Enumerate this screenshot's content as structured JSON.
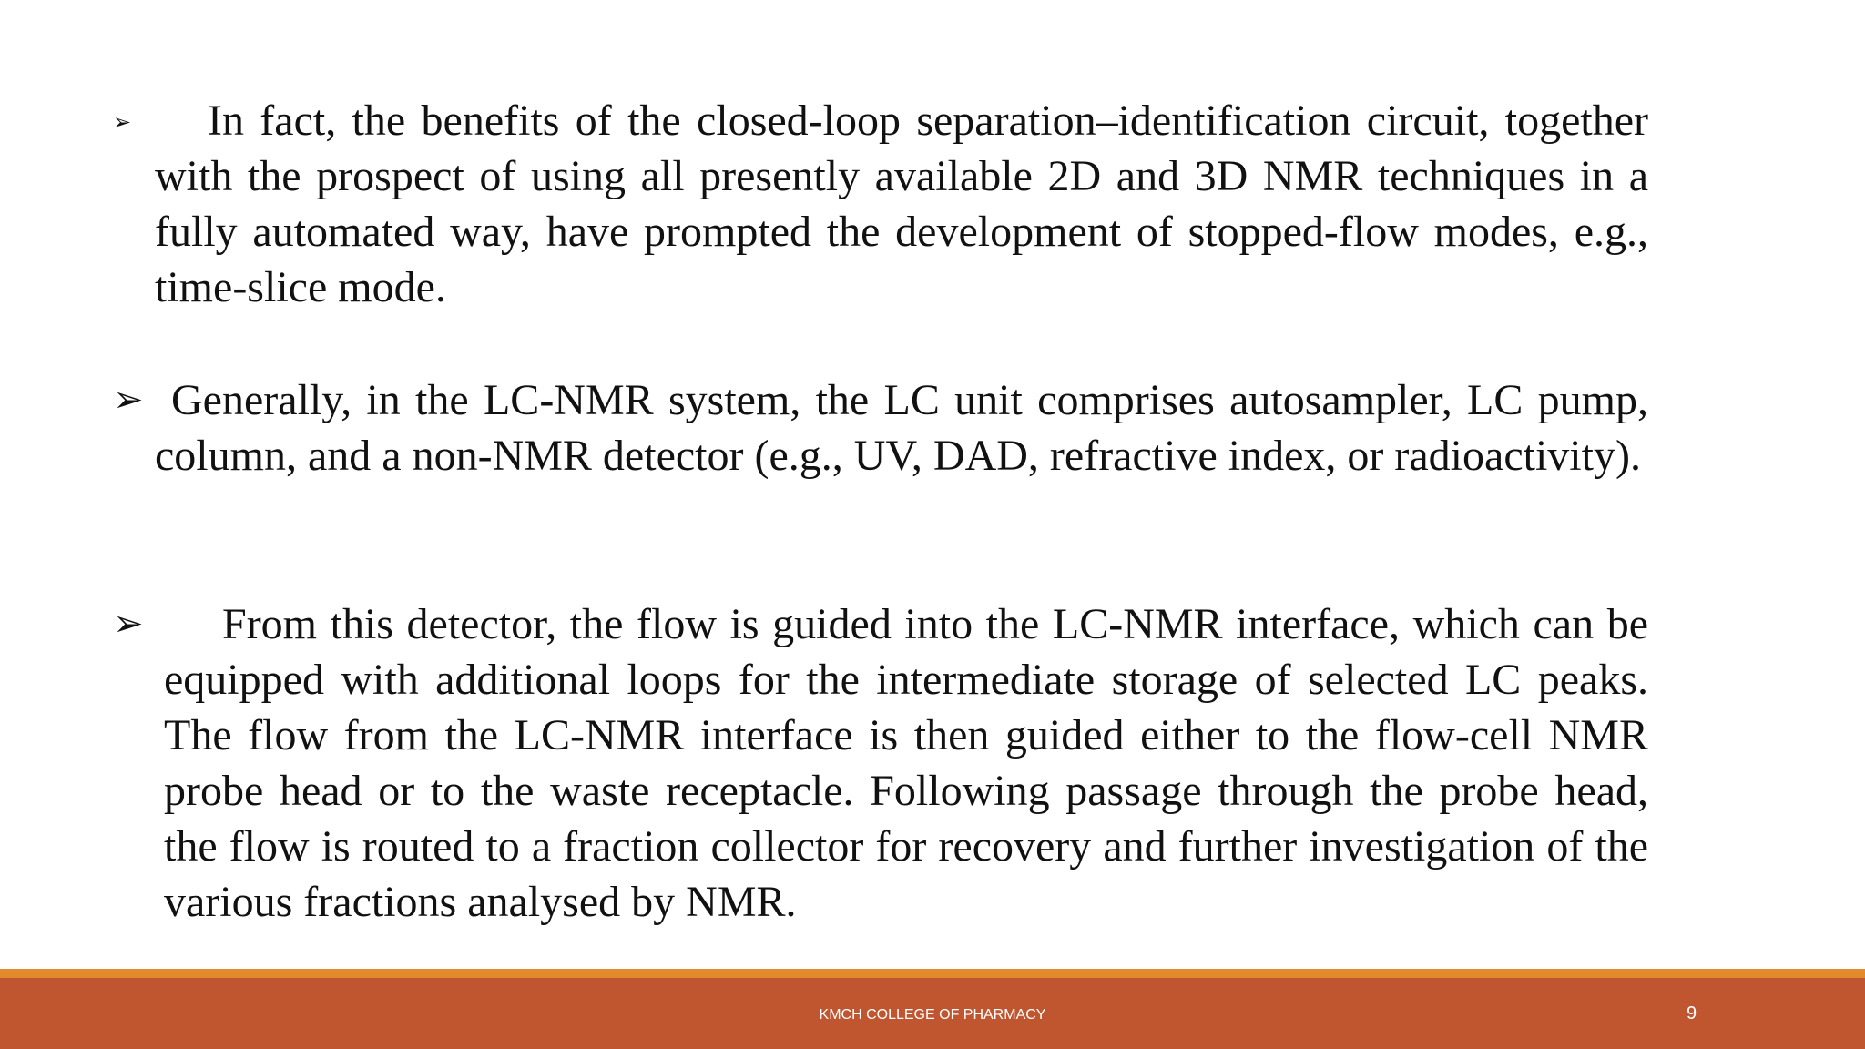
{
  "bullets": [
    {
      "icon": "arrowhead-bullet-icon",
      "text": "In fact, the benefits of the closed-loop separation–identification circuit, together with the prospect of using all presently available 2D and 3D NMR techniques in a fully automated way, have prompted the development of stopped-flow modes, e.g., time-slice mode."
    },
    {
      "icon": "arrowhead-bullet-icon",
      "text": "Generally, in the LC-NMR system, the LC unit comprises autosampler, LC pump, column, and a non-NMR detector (e.g., UV, DAD, refractive index, or radioactivity)."
    },
    {
      "icon": "arrowhead-bullet-icon",
      "text": "From this detector, the flow is guided into the LC-NMR interface, which can be equipped with additional loops for the intermediate storage of selected LC peaks. The flow from the LC-NMR interface is then guided either to the flow-cell NMR probe head or to the waste receptacle. Following passage through the probe head, the flow is routed to a fraction collector for recovery and further investigation of the various fractions analysed by NMR."
    }
  ],
  "footer": {
    "text": "KMCH COLLEGE OF PHARMACY",
    "page_number": "9"
  },
  "colors": {
    "footer_bar": "#bf5630",
    "footer_line": "#e28b2c"
  }
}
